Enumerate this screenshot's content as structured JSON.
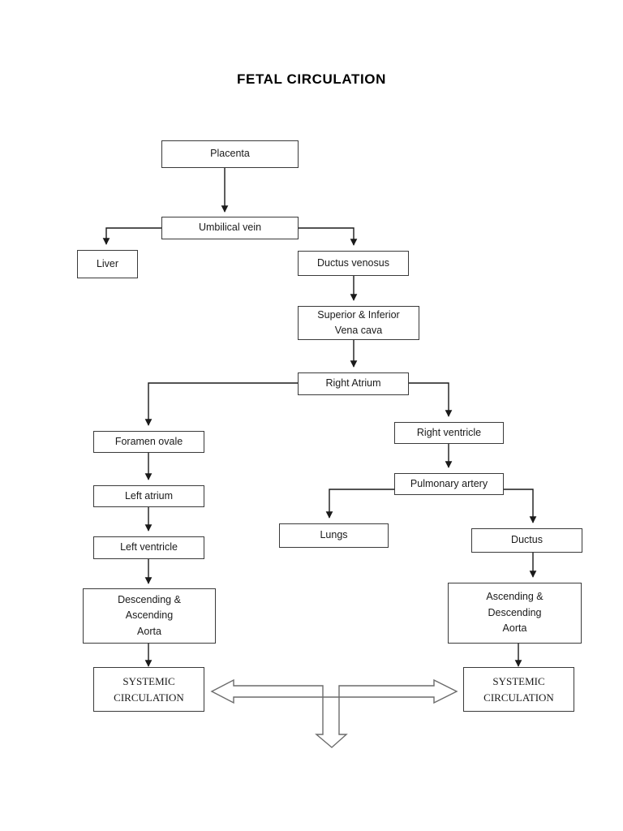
{
  "title": "FETAL CIRCULATION",
  "diagram": {
    "type": "flowchart",
    "nodes": [
      {
        "id": "placenta",
        "label": "Placenta"
      },
      {
        "id": "umbilical-vein",
        "label": "Umbilical vein"
      },
      {
        "id": "liver",
        "label": "Liver"
      },
      {
        "id": "ductus-venosus",
        "label": "Ductus venosus"
      },
      {
        "id": "vena-cava",
        "label": "Superior & Inferior\nVena cava"
      },
      {
        "id": "right-atrium",
        "label": "Right Atrium"
      },
      {
        "id": "foramen-ovale",
        "label": "Foramen ovale"
      },
      {
        "id": "left-atrium",
        "label": "Left atrium"
      },
      {
        "id": "left-ventricle",
        "label": "Left ventricle"
      },
      {
        "id": "right-ventricle",
        "label": "Right ventricle"
      },
      {
        "id": "pulmonary-artery",
        "label": "Pulmonary artery"
      },
      {
        "id": "lungs",
        "label": "Lungs"
      },
      {
        "id": "ductus",
        "label": "Ductus"
      },
      {
        "id": "aorta-left",
        "label": "Descending &\nAscending\nAorta"
      },
      {
        "id": "aorta-right",
        "label": "Ascending &\nDescending\nAorta"
      },
      {
        "id": "systemic-left",
        "label": "SYSTEMIC\nCIRCULATION"
      },
      {
        "id": "systemic-right",
        "label": "SYSTEMIC\nCIRCULATION"
      }
    ],
    "edges": [
      {
        "from": "placenta",
        "to": "umbilical-vein"
      },
      {
        "from": "umbilical-vein",
        "to": "liver"
      },
      {
        "from": "umbilical-vein",
        "to": "ductus-venosus"
      },
      {
        "from": "ductus-venosus",
        "to": "vena-cava"
      },
      {
        "from": "vena-cava",
        "to": "right-atrium"
      },
      {
        "from": "right-atrium",
        "to": "foramen-ovale"
      },
      {
        "from": "right-atrium",
        "to": "right-ventricle"
      },
      {
        "from": "foramen-ovale",
        "to": "left-atrium"
      },
      {
        "from": "left-atrium",
        "to": "left-ventricle"
      },
      {
        "from": "left-ventricle",
        "to": "aorta-left"
      },
      {
        "from": "aorta-left",
        "to": "systemic-left"
      },
      {
        "from": "right-ventricle",
        "to": "pulmonary-artery"
      },
      {
        "from": "pulmonary-artery",
        "to": "lungs"
      },
      {
        "from": "pulmonary-artery",
        "to": "ductus"
      },
      {
        "from": "ductus",
        "to": "aorta-right"
      },
      {
        "from": "aorta-right",
        "to": "systemic-right"
      },
      {
        "from": "systemic-left",
        "to": "systemic-right",
        "style": "double-headed-hollow"
      }
    ],
    "colors": {
      "background": "#ffffff",
      "box_border": "#3a3a3a",
      "connector": "#1a1a1a",
      "hollow_arrow_outline": "#6b6b6b",
      "text": "#1a1a1a"
    }
  }
}
